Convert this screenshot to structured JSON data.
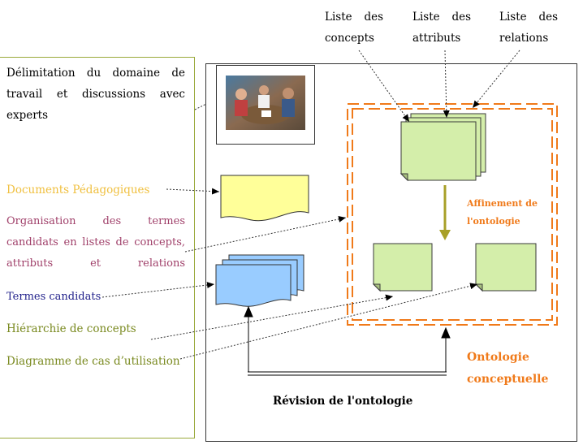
{
  "header_labels": {
    "concepts_list": [
      "Liste",
      "des",
      "concepts"
    ],
    "attributes_list": [
      "Liste",
      "des",
      "attributs"
    ],
    "relations_list": [
      "Liste",
      "des",
      "relations"
    ]
  },
  "left_panel": {
    "delimitation": "Délimitation du domaine de travail et discussions avec experts",
    "documents": "Documents Pédagogiques",
    "organisation": "Organisation des termes candidats en listes de concepts, attributs et relations",
    "termes": "Termes candidats",
    "hierarchie": "Hiérarchie de concepts",
    "diagramme": "Diagramme de cas d’utilisation"
  },
  "diagram": {
    "affinement_line1": "Affinement de",
    "affinement_line2": "l'ontologie",
    "ontologie_line1": "Ontologie",
    "ontologie_line2": "conceptuelle",
    "revision": "Révision de l'ontologie"
  },
  "colors": {
    "documents": "#f0c040",
    "organisation": "#a0406a",
    "termes": "#1f1f8a",
    "green_text": "#7a8a20",
    "orange": "#f07a1a",
    "note_green": "#d4eeaa",
    "doc_yellow": "#ffff99",
    "doc_blue": "#99ccff",
    "arrow_olive": "#a8a028"
  }
}
